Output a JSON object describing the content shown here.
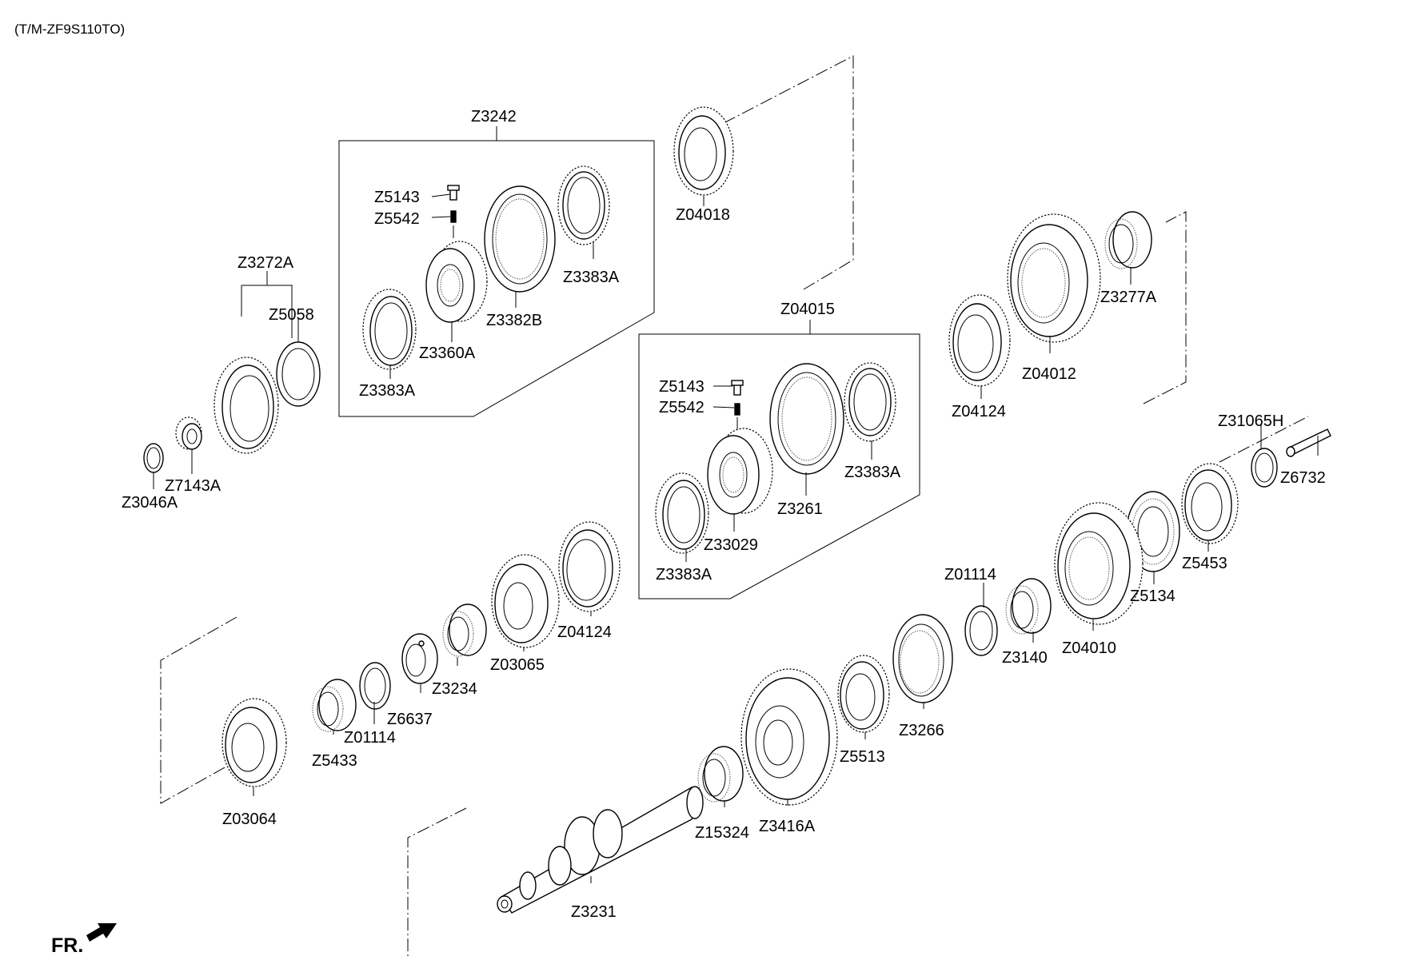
{
  "title": "(T/M-ZF9S110TO)",
  "fr_label": "FR.",
  "groups": {
    "Z3242": "Z3242",
    "Z04015": "Z04015",
    "Z3272A": "Z3272A"
  },
  "labels": {
    "Z5143_a": "Z5143",
    "Z5542_a": "Z5542",
    "Z3383A_a": "Z3383A",
    "Z3382B": "Z3382B",
    "Z3360A": "Z3360A",
    "Z3383A_b": "Z3383A",
    "Z04018": "Z04018",
    "Z5058": "Z5058",
    "Z7143A": "Z7143A",
    "Z3046A": "Z3046A",
    "Z3277A": "Z3277A",
    "Z04012": "Z04012",
    "Z04124_a": "Z04124",
    "Z5143_b": "Z5143",
    "Z5542_b": "Z5542",
    "Z3383A_c": "Z3383A",
    "Z3261": "Z3261",
    "Z33029": "Z33029",
    "Z3383A_d": "Z3383A",
    "Z31065H": "Z31065H",
    "Z6732": "Z6732",
    "Z5453": "Z5453",
    "Z5134": "Z5134",
    "Z04010": "Z04010",
    "Z01114_a": "Z01114",
    "Z3140": "Z3140",
    "Z04124_b": "Z04124",
    "Z03065": "Z03065",
    "Z3234": "Z3234",
    "Z6637": "Z6637",
    "Z01114_b": "Z01114",
    "Z5433": "Z5433",
    "Z03064": "Z03064",
    "Z3266": "Z3266",
    "Z5513": "Z5513",
    "Z3416A": "Z3416A",
    "Z15324": "Z15324",
    "Z3231": "Z3231"
  }
}
